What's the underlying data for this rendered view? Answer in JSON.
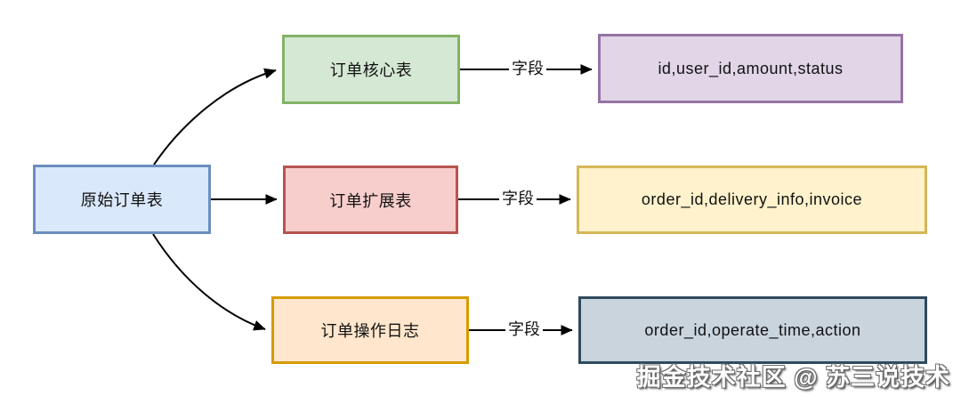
{
  "diagram": {
    "source_node": {
      "label": "原始订单表"
    },
    "rows": [
      {
        "table_label": "订单核心表",
        "edge_label": "字段",
        "fields": "id,user_id,amount,status"
      },
      {
        "table_label": "订单扩展表",
        "edge_label": "字段",
        "fields": "order_id,delivery_info,invoice"
      },
      {
        "table_label": "订单操作日志",
        "edge_label": "字段",
        "fields": "order_id,operate_time,action"
      }
    ],
    "watermark": "掘金技术社区 @ 苏三说技术",
    "colors": {
      "source_fill": "#dae8fc",
      "source_stroke": "#6c8ebf",
      "core_fill": "#d5e8d4",
      "core_stroke": "#82b366",
      "core_fields_fill": "#e1d5e7",
      "core_fields_stroke": "#9673a6",
      "ext_fill": "#f8cecc",
      "ext_stroke": "#b85450",
      "ext_fields_fill": "#fff2cc",
      "ext_fields_stroke": "#d6b656",
      "log_fill": "#ffe6cc",
      "log_stroke": "#d79b00",
      "log_fields_fill": "#c9d4dd",
      "log_fields_stroke": "#2f4a5e",
      "edge_stroke": "#000000",
      "background": "#ffffff"
    }
  }
}
